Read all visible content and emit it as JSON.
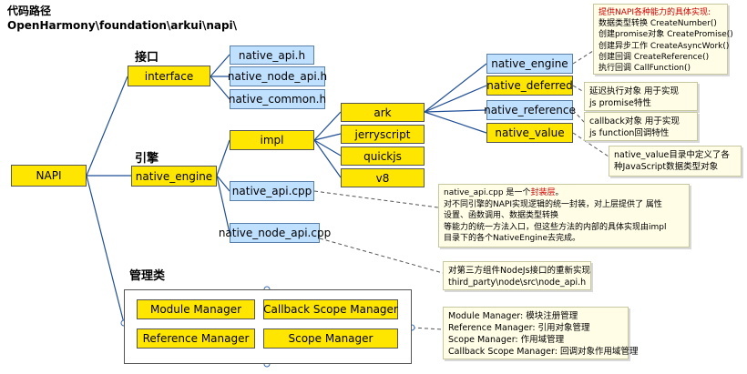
{
  "title": {
    "line1": "代码路径",
    "line2": "OpenHarmony\\foundation\\arkui\\napi\\"
  },
  "sections": {
    "interface": "接口",
    "engine": "引擎",
    "managers": "管理类"
  },
  "nodes": {
    "napi": "NAPI",
    "interface": "interface",
    "native_api_h": "native_api.h",
    "native_node_api_h": "native_node_api.h",
    "native_common_h": "native_common.h",
    "native_engine": "native_engine",
    "impl": "impl",
    "native_api_cpp": "native_api.cpp",
    "native_node_api_cpp": "native_node_api.cpp",
    "ark": "ark",
    "jerryscript": "jerryscript",
    "quickjs": "quickjs",
    "v8": "v8",
    "ne_native_engine": "native_engine",
    "native_deferred": "native_deferred",
    "native_reference": "native_reference",
    "native_value": "native_value"
  },
  "managers": {
    "module": "Module Manager",
    "callback_scope": "Callback Scope Manager",
    "reference": "Reference Manager",
    "scope": "Scope Manager"
  },
  "notes": {
    "engine_caps": {
      "heading": "提供NAPI各种能力的具体实现:",
      "lines": [
        "数据类型转换 CreateNumber()",
        "创建promise对象 CreatePromise()",
        "创建异步工作 CreateAsyncWork()",
        "创建回调 CreateReference()",
        "执行回调 CallFunction()"
      ]
    },
    "deferred": [
      "延迟执行对象 用于实现",
      "js promise特性"
    ],
    "reference": [
      "callback对象 用于实现",
      "js function回调特性"
    ],
    "value": [
      "native_value目录中定义了各",
      "种JavaScript数据类型对象"
    ],
    "api_cpp": {
      "prefix": "native_api.cpp 是一个",
      "highlight": "封装层",
      "suffix": "。",
      "lines": [
        "对不同引擎的NAPI实现逻辑的统一封装，对上层提供了 属性",
        "设置、函数调用、数据类型转换",
        "等能力的统一方法入口，但这些方法的内部的具体实现由impl",
        "目录下的各个NativeEngine去完成。"
      ]
    },
    "node_api_cpp": [
      "对第三方组件NodeJs接口的重新实现",
      "third_party\\node\\src\\node_api.h"
    ],
    "managers": [
      "Module Manager:  模块注册管理",
      "Reference Manager:  引用对象管理",
      "Scope Manager:  作用域管理",
      "Callback Scope Manager:  回调对象作用域管理"
    ]
  },
  "colors": {
    "yellow": "#ffe600",
    "blue": "#bfe0ff",
    "line": "#1f4e96",
    "note_bg": "#fffde6",
    "highlight": "#d00000"
  }
}
